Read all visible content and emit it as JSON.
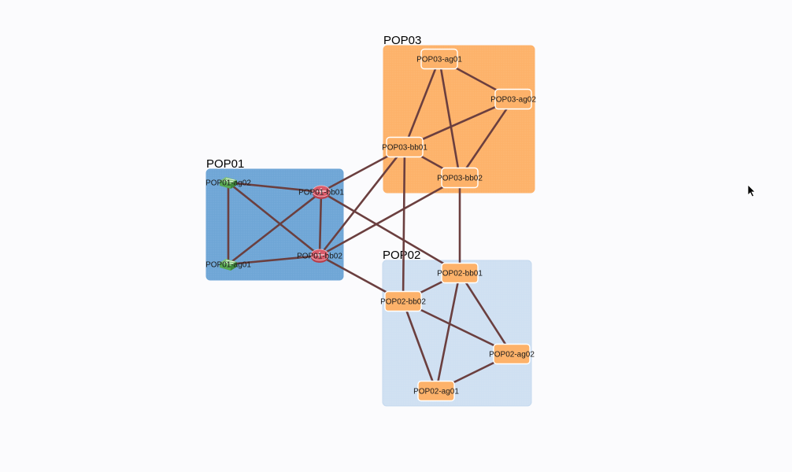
{
  "groups": [
    {
      "id": "POP01",
      "label": "POP01",
      "fill": "#6fa6d6",
      "stroke": "#6fa6d6"
    },
    {
      "id": "POP03",
      "label": "POP03",
      "fill": "#fdb26a",
      "stroke": "#fdb26a"
    },
    {
      "id": "POP02",
      "label": "POP02",
      "fill": "#cfe0f2",
      "stroke": "#c4d8ee"
    }
  ],
  "nodes": [
    {
      "id": "POP01-ag02",
      "label": "POP01-ag02",
      "group": "POP01",
      "icon": "switch-icon",
      "color": "#58a852"
    },
    {
      "id": "POP01-ag01",
      "label": "POP01-ag01",
      "group": "POP01",
      "icon": "switch-icon",
      "color": "#58a852"
    },
    {
      "id": "POP01-bb01",
      "label": "POP01-bb01",
      "group": "POP01",
      "icon": "router-icon",
      "color": "#d95b6a"
    },
    {
      "id": "POP01-bb02",
      "label": "POP01-bb02",
      "group": "POP01",
      "icon": "router-icon",
      "color": "#d95b6a"
    },
    {
      "id": "POP03-ag01",
      "label": "POP03-ag01",
      "group": "POP03",
      "icon": "box",
      "color": "#fdb26a"
    },
    {
      "id": "POP03-ag02",
      "label": "POP03-ag02",
      "group": "POP03",
      "icon": "box",
      "color": "#fdb26a"
    },
    {
      "id": "POP03-bb01",
      "label": "POP03-bb01",
      "group": "POP03",
      "icon": "box",
      "color": "#fdb26a"
    },
    {
      "id": "POP03-bb02",
      "label": "POP03-bb02",
      "group": "POP03",
      "icon": "box",
      "color": "#fdb26a"
    },
    {
      "id": "POP02-bb01",
      "label": "POP02-bb01",
      "group": "POP02",
      "icon": "box",
      "color": "#fdb26a"
    },
    {
      "id": "POP02-bb02",
      "label": "POP02-bb02",
      "group": "POP02",
      "icon": "box",
      "color": "#fdb26a"
    },
    {
      "id": "POP02-ag02",
      "label": "POP02-ag02",
      "group": "POP02",
      "icon": "box",
      "color": "#fdb26a"
    },
    {
      "id": "POP02-ag01",
      "label": "POP02-ag01",
      "group": "POP02",
      "icon": "box",
      "color": "#fdb26a"
    }
  ],
  "edges": [
    [
      "POP01-ag02",
      "POP01-bb01"
    ],
    [
      "POP01-ag02",
      "POP01-bb02"
    ],
    [
      "POP01-ag02",
      "POP01-ag01"
    ],
    [
      "POP01-ag01",
      "POP01-bb01"
    ],
    [
      "POP01-ag01",
      "POP01-bb02"
    ],
    [
      "POP01-bb01",
      "POP01-bb02"
    ],
    [
      "POP01-bb01",
      "POP03-bb01"
    ],
    [
      "POP01-bb01",
      "POP02-bb01"
    ],
    [
      "POP01-bb02",
      "POP03-bb01"
    ],
    [
      "POP01-bb02",
      "POP03-bb02"
    ],
    [
      "POP01-bb02",
      "POP02-bb02"
    ],
    [
      "POP03-ag01",
      "POP03-ag02"
    ],
    [
      "POP03-ag01",
      "POP03-bb01"
    ],
    [
      "POP03-ag01",
      "POP03-bb02"
    ],
    [
      "POP03-ag02",
      "POP03-bb01"
    ],
    [
      "POP03-ag02",
      "POP03-bb02"
    ],
    [
      "POP03-bb01",
      "POP03-bb02"
    ],
    [
      "POP03-bb01",
      "POP02-bb02"
    ],
    [
      "POP03-bb02",
      "POP02-bb01"
    ],
    [
      "POP02-bb01",
      "POP02-bb02"
    ],
    [
      "POP02-bb01",
      "POP02-ag02"
    ],
    [
      "POP02-bb01",
      "POP02-ag01"
    ],
    [
      "POP02-bb02",
      "POP02-ag02"
    ],
    [
      "POP02-bb02",
      "POP02-ag01"
    ],
    [
      "POP02-ag02",
      "POP02-ag01"
    ]
  ],
  "colors": {
    "edge": "#6b3f3f",
    "background": "#fbfbfd"
  },
  "cursor": {
    "icon": "mouse-pointer-icon"
  }
}
